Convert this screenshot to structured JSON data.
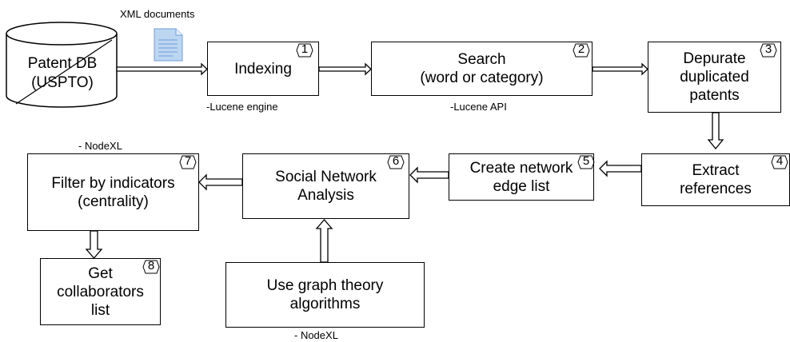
{
  "database": {
    "label": "Patent DB\n(USPTO)"
  },
  "annotations": {
    "xml_documents": "XML documents",
    "lucene_engine": "-Lucene engine",
    "lucene_api": "-Lucene API",
    "nodexl_top": "- NodeXL",
    "nodexl_bottom": "- NodeXL"
  },
  "steps": {
    "s1": {
      "label": "Indexing",
      "number": "1"
    },
    "s2": {
      "label": "Search\n(word or category)",
      "number": "2"
    },
    "s3": {
      "label": "Depurate\nduplicated\npatents",
      "number": "3"
    },
    "s4": {
      "label": "Extract\nreferences",
      "number": "4"
    },
    "s5": {
      "label": "Create network\nedge list",
      "number": "5"
    },
    "s6": {
      "label": "Social Network\nAnalysis",
      "number": "6"
    },
    "s7": {
      "label": "Filter by indicators\n(centrality)",
      "number": "7"
    },
    "s8": {
      "label": "Get\ncollaborators\nlist",
      "number": "8"
    },
    "graph": {
      "label": "Use graph theory\nalgorithms"
    }
  },
  "colors": {
    "document_icon": "#bcd6f2",
    "document_lines": "#6f9fd8",
    "stroke": "#000000"
  }
}
